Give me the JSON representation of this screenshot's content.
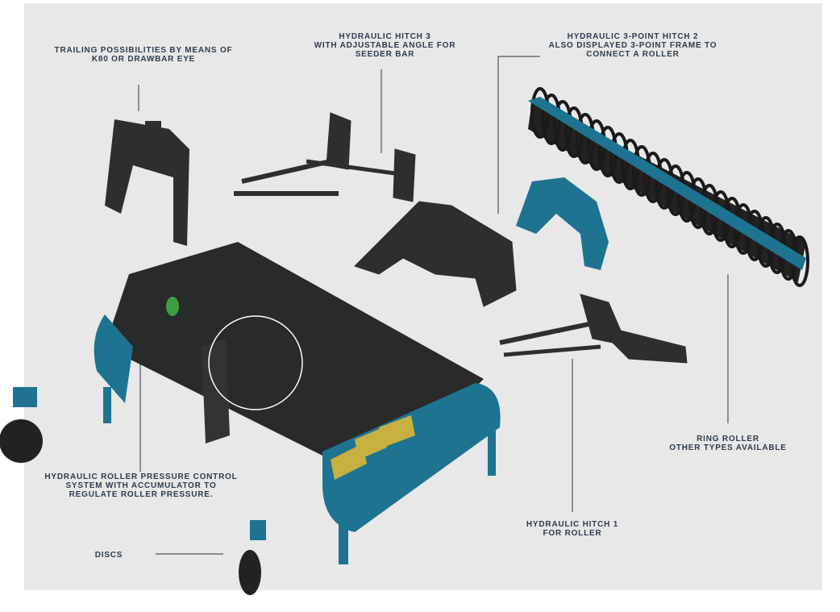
{
  "labels": {
    "trailing": [
      "TRAILING POSSIBILITIES BY MEANS OF",
      "K80 OR DRAWBAR EYE"
    ],
    "hitch3": [
      "HYDRAULIC HITCH 3",
      "WITH ADJUSTABLE ANGLE FOR",
      "SEEDER BAR"
    ],
    "hitch2": [
      "HYDRAULIC 3-POINT HITCH 2",
      "ALSO DISPLAYED 3-POINT FRAME TO",
      "CONNECT A ROLLER"
    ],
    "ring_roller": [
      "RING ROLLER",
      "OTHER TYPES AVAILABLE"
    ],
    "pressure": [
      "HYDRAULIC ROLLER PRESSURE CONTROL",
      "SYSTEM WITH ACCUMULATOR TO",
      "REGULATE ROLLER PRESSURE."
    ],
    "hitch1": [
      "HYDRAULIC HITCH 1",
      "FOR ROLLER"
    ],
    "discs": [
      "DISCS"
    ]
  },
  "colors": {
    "machine_blue": "#1e7391",
    "frame_dark": "#2b2b2b",
    "yellow": "#c8b040",
    "text": "#2e3c4e"
  }
}
